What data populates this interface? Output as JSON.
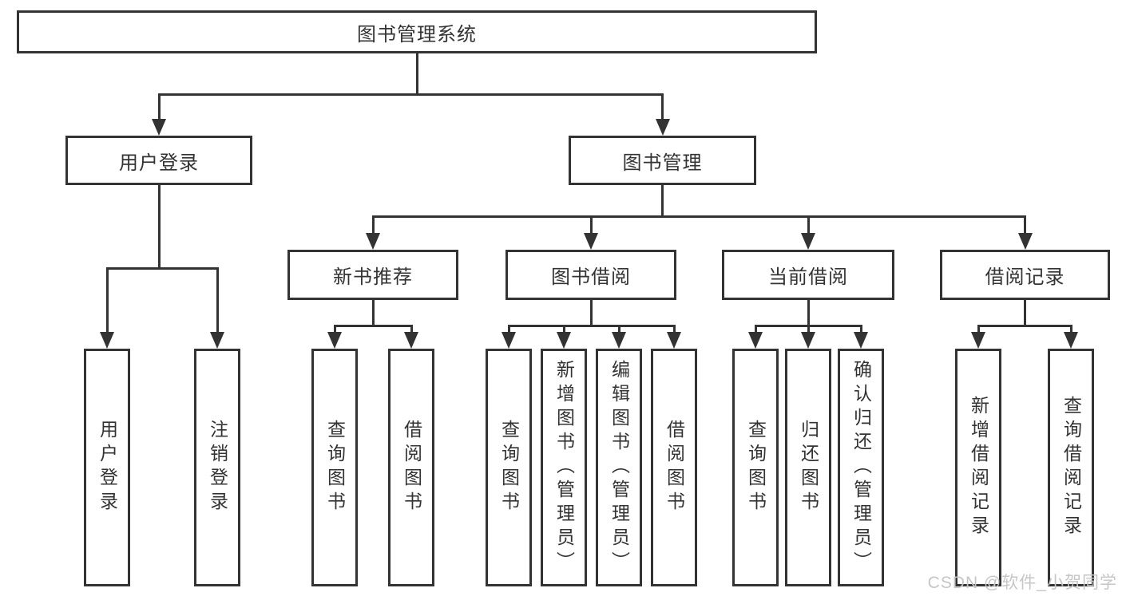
{
  "diagram": {
    "root": "图书管理系统",
    "user_branch": {
      "label": "用户登录",
      "children": [
        "用户登录",
        "注销登录"
      ]
    },
    "book_branch": {
      "label": "图书管理",
      "groups": [
        {
          "label": "新书推荐",
          "children": [
            "查询图书",
            "借阅图书"
          ]
        },
        {
          "label": "图书借阅",
          "children": [
            "查询图书",
            "新增图书（管理员）",
            "编辑图书（管理员）",
            "借阅图书"
          ]
        },
        {
          "label": "当前借阅",
          "children": [
            "查询图书",
            "归还图书",
            "确认归还（管理员）"
          ]
        },
        {
          "label": "借阅记录",
          "children": [
            "新增借阅记录",
            "查询借阅记录"
          ]
        }
      ]
    }
  },
  "watermark": "CSDN @软件_小贺同学",
  "colors": {
    "line": "#333333",
    "text": "#333333",
    "background": "#ffffff",
    "watermark": "#c6c6c6"
  }
}
